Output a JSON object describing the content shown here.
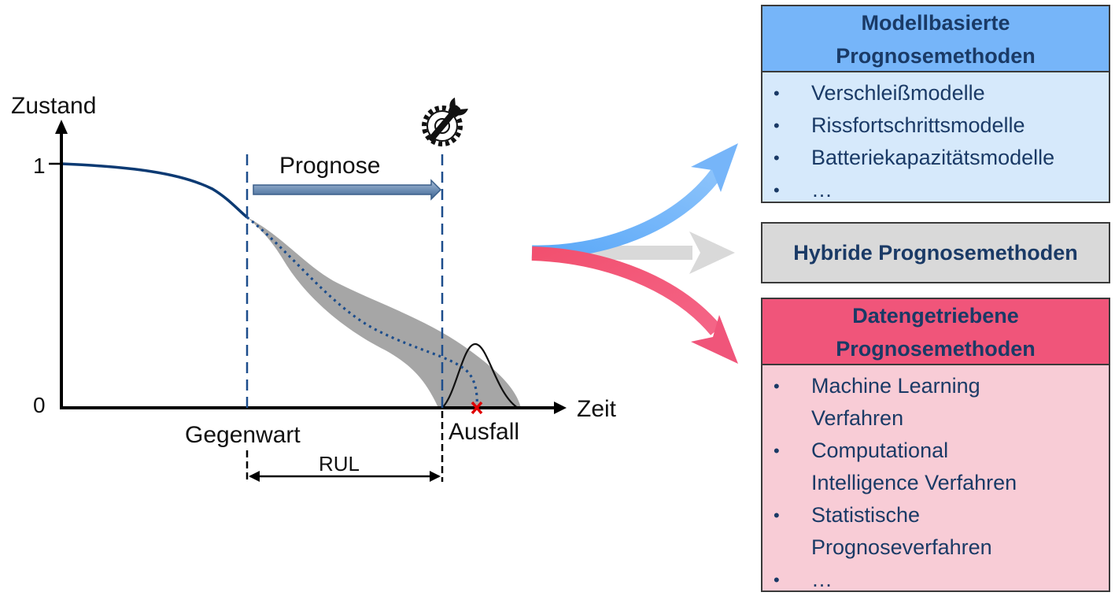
{
  "diagram": {
    "axis": {
      "y_label": "Zustand",
      "x_label": "Zeit",
      "y_tick_top": "1",
      "y_tick_bottom": "0"
    },
    "labels": {
      "prognose": "Prognose",
      "gegenwart": "Gegenwart",
      "ausfall": "Ausfall",
      "rul": "RUL"
    },
    "icons": {
      "maintenance": "wrench-gear-icon",
      "failure_marker": "red-x-icon"
    },
    "colors": {
      "degradation_curve": "#0c3a73",
      "uncertainty_band": "#a6a6a6",
      "arrow_model": "#76b5f9",
      "arrow_hybrid": "#d9d9d9",
      "arrow_data": "#f0557a",
      "failure_marker": "#e00000"
    }
  },
  "boxes": {
    "model": {
      "title_line1": "Modellbasierte",
      "title_line2": "Prognosemethoden",
      "items": [
        "Verschleißmodelle",
        "Rissfortschrittsmodelle",
        "Batteriekapazitätsmodelle",
        "…"
      ]
    },
    "hybrid": {
      "title": "Hybride Prognosemethoden"
    },
    "data": {
      "title_line1": "Datengetriebene",
      "title_line2": "Prognosemethoden",
      "items": [
        {
          "line1": "Machine Learning",
          "line2": "Verfahren"
        },
        {
          "line1": "Computational",
          "line2": "Intelligence Verfahren"
        },
        {
          "line1": "Statistische",
          "line2": "Prognoseverfahren"
        },
        {
          "line1": "…",
          "line2": ""
        }
      ]
    },
    "bullet": "•"
  }
}
